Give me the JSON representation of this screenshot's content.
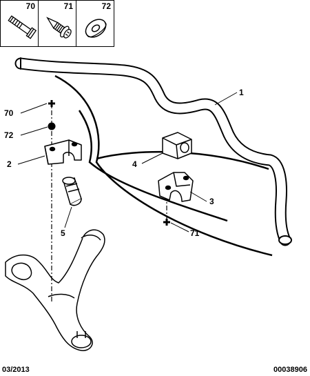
{
  "legend": [
    {
      "number": "70",
      "icon": "bolt-icon"
    },
    {
      "number": "71",
      "icon": "screw-icon"
    },
    {
      "number": "72",
      "icon": "washer-icon"
    }
  ],
  "callouts": {
    "c1": "1",
    "c2": "2",
    "c3": "3",
    "c4": "4",
    "c5": "5",
    "c70": "70",
    "c71": "71",
    "c72": "72"
  },
  "footer": {
    "date": "03/2013",
    "reference": "00038906"
  }
}
